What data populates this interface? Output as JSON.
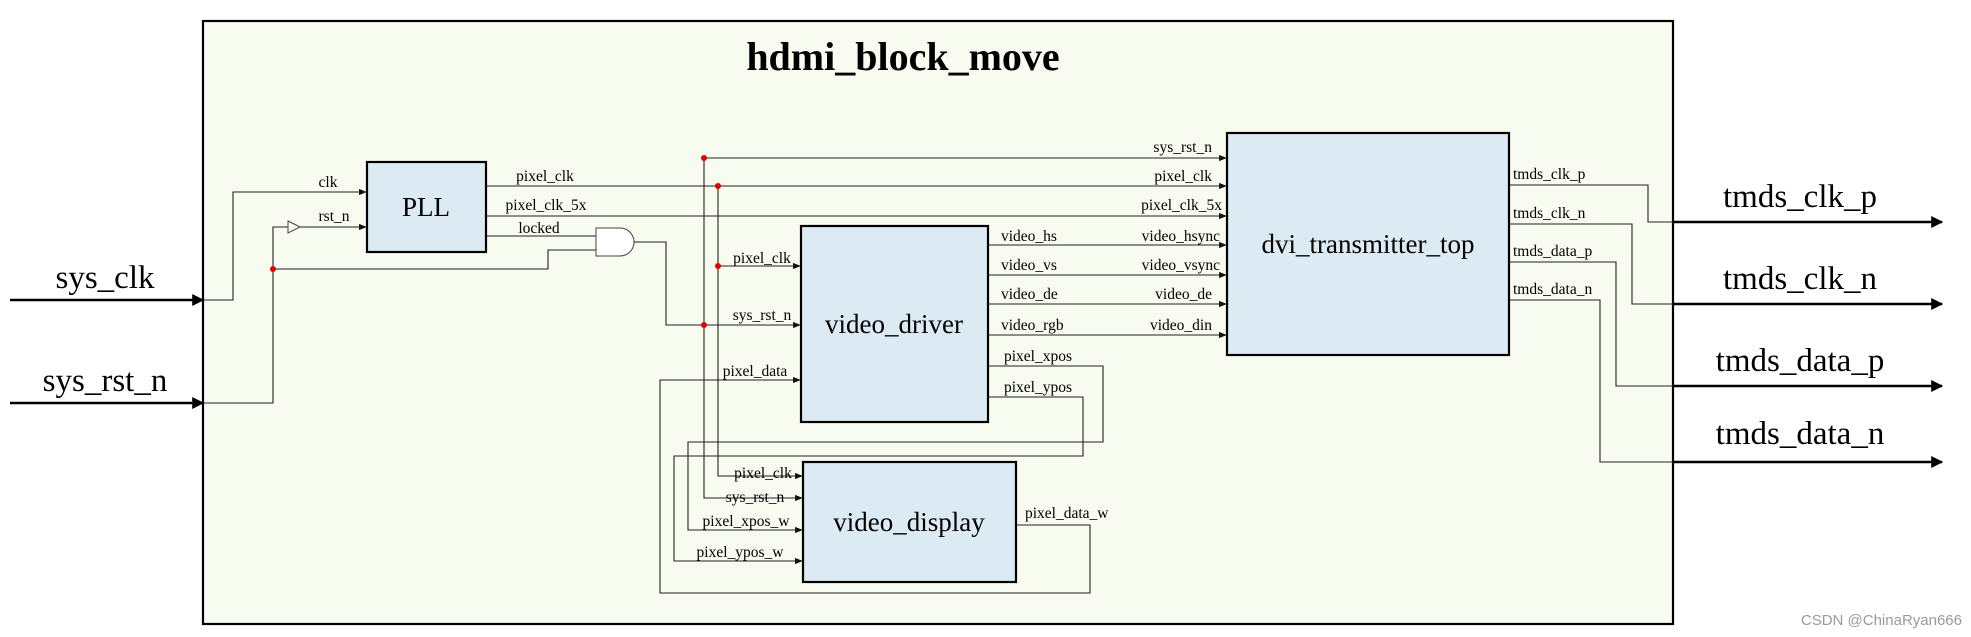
{
  "diagram": {
    "top_title": "hdmi_block_move",
    "colors": {
      "background": "#f7fbf0",
      "block_fill": "#dceaf3",
      "junction": "#e00000"
    },
    "external_inputs": [
      "sys_clk",
      "sys_rst_n"
    ],
    "external_outputs": [
      "tmds_clk_p",
      "tmds_clk_n",
      "tmds_data_p",
      "tmds_data_n"
    ],
    "blocks": {
      "pll": {
        "name": "PLL",
        "in_ports": [
          "clk",
          "rst_n"
        ],
        "out_ports": [
          "pixel_clk",
          "pixel_clk_5x",
          "locked"
        ]
      },
      "video_driver": {
        "name": "video_driver",
        "in_ports": [
          "pixel_clk",
          "sys_rst_n",
          "pixel_data"
        ],
        "out_ports": [
          "video_hs",
          "video_vs",
          "video_de",
          "video_rgb",
          "pixel_xpos",
          "pixel_ypos"
        ]
      },
      "video_display": {
        "name": "video_display",
        "in_ports": [
          "pixel_clk",
          "sys_rst_n",
          "pixel_xpos_w",
          "pixel_ypos_w"
        ],
        "out_ports": [
          "pixel_data_w"
        ]
      },
      "dvi": {
        "name": "dvi_transmitter_top",
        "in_ports": [
          "sys_rst_n",
          "pixel_clk",
          "pixel_clk_5x",
          "video_hsync",
          "video_vsync",
          "video_de",
          "video_din"
        ],
        "out_ports": [
          "tmds_clk_p",
          "tmds_clk_n",
          "tmds_data_p",
          "tmds_data_n"
        ]
      }
    },
    "watermark": "CSDN @ChinaRyan666"
  }
}
